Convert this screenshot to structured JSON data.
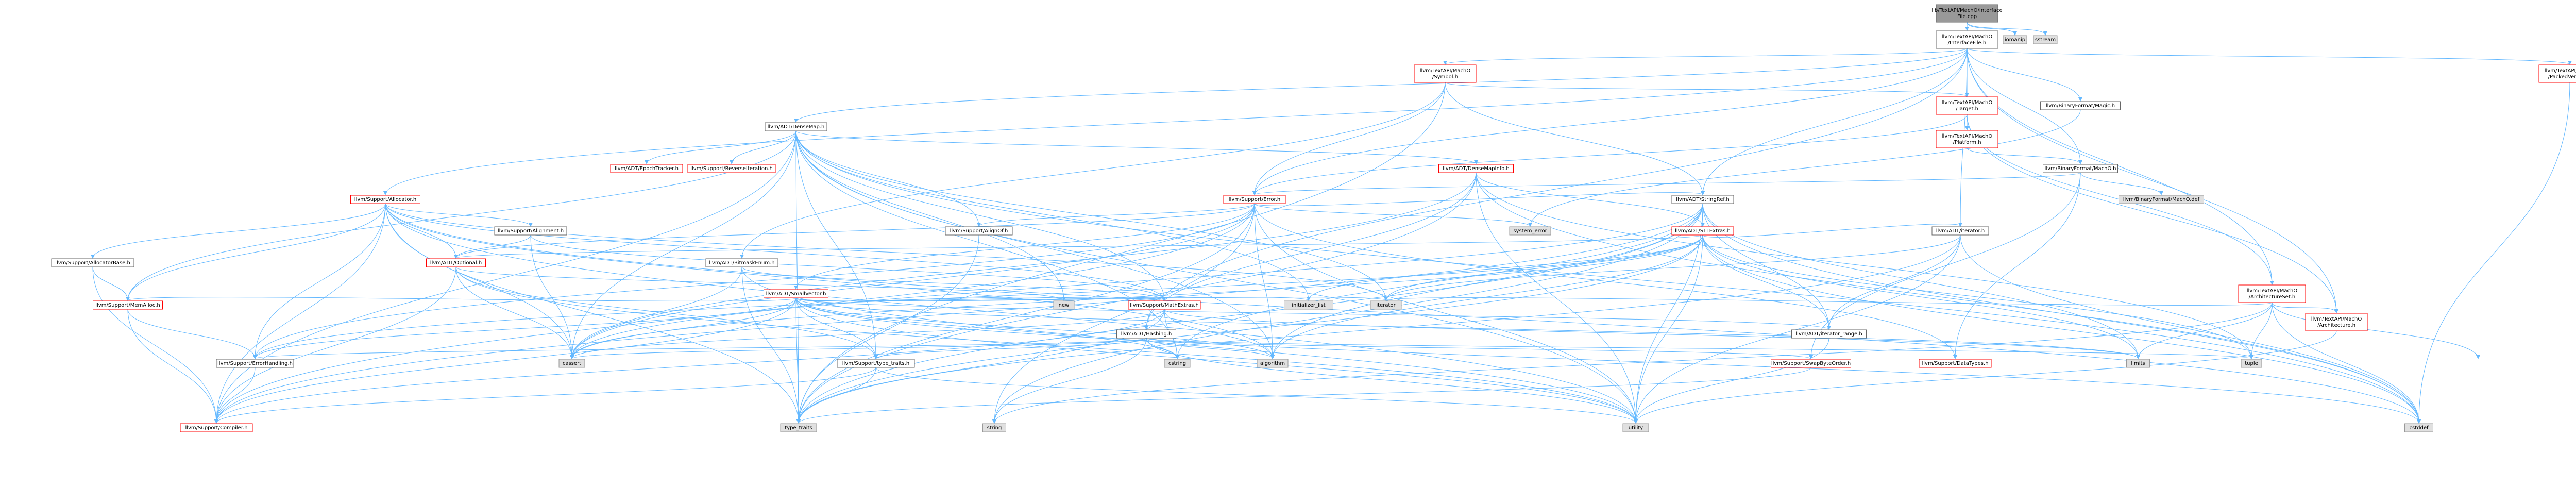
{
  "diagram": {
    "colors": {
      "root_fill": "#999999",
      "header_fill": "#ffffff",
      "header_stroke_normal": "#666666",
      "header_stroke_red": "#ff0000",
      "system_fill": "#e0e0e0",
      "system_stroke": "#999999",
      "edge": "#63b8ff",
      "text": "#000000"
    },
    "nodes": [
      {
        "id": "root",
        "style": "root",
        "lines": [
          "lib/TextAPI/MachO/Interface",
          "File.cpp"
        ]
      },
      {
        "id": "iff",
        "style": "normal",
        "lines": [
          "llvm/TextAPI/MachO",
          "/InterfaceFile.h"
        ]
      },
      {
        "id": "iomanip",
        "style": "system",
        "lines": [
          "iomanip"
        ]
      },
      {
        "id": "sstream",
        "style": "system",
        "lines": [
          "sstream"
        ]
      },
      {
        "id": "symbol",
        "style": "red",
        "lines": [
          "llvm/TextAPI/MachO",
          "/Symbol.h"
        ]
      },
      {
        "id": "packed",
        "style": "red",
        "lines": [
          "llvm/TextAPI/MachO",
          "/PackedVersion.h"
        ]
      },
      {
        "id": "target",
        "style": "red",
        "lines": [
          "llvm/TextAPI/MachO",
          "/Target.h"
        ]
      },
      {
        "id": "binmagic",
        "style": "normal",
        "lines": [
          "llvm/BinaryFormat/Magic.h"
        ]
      },
      {
        "id": "densemap",
        "style": "normal",
        "lines": [
          "llvm/ADT/DenseMap.h"
        ]
      },
      {
        "id": "platform",
        "style": "red",
        "lines": [
          "llvm/TextAPI/MachO",
          "/Platform.h"
        ]
      },
      {
        "id": "binmacho",
        "style": "normal",
        "lines": [
          "llvm/BinaryFormat/MachO.h"
        ]
      },
      {
        "id": "densemapinfo",
        "style": "red",
        "lines": [
          "llvm/ADT/DenseMapInfo.h"
        ]
      },
      {
        "id": "epoch",
        "style": "red",
        "lines": [
          "llvm/ADT/EpochTracker.h"
        ]
      },
      {
        "id": "reviter",
        "style": "red",
        "lines": [
          "llvm/Support/ReverseIteration.h"
        ]
      },
      {
        "id": "allocator",
        "style": "red",
        "lines": [
          "llvm/Support/Allocator.h"
        ]
      },
      {
        "id": "error",
        "style": "red",
        "lines": [
          "llvm/Support/Error.h"
        ]
      },
      {
        "id": "stringref",
        "style": "normal",
        "lines": [
          "llvm/ADT/StringRef.h"
        ]
      },
      {
        "id": "machodef",
        "style": "system",
        "lines": [
          "llvm/BinaryFormat/MachO.def"
        ]
      },
      {
        "id": "sysmerr",
        "style": "system",
        "lines": [
          "system_error"
        ]
      },
      {
        "id": "alignment",
        "style": "normal",
        "lines": [
          "llvm/Support/Alignment.h"
        ]
      },
      {
        "id": "alignof",
        "style": "normal",
        "lines": [
          "llvm/Support/AlignOf.h"
        ]
      },
      {
        "id": "stlextras",
        "style": "red",
        "lines": [
          "llvm/ADT/STLExtras.h"
        ]
      },
      {
        "id": "adtiter",
        "style": "normal",
        "lines": [
          "llvm/ADT/iterator.h"
        ]
      },
      {
        "id": "allocbase",
        "style": "normal",
        "lines": [
          "llvm/Support/AllocatorBase.h"
        ]
      },
      {
        "id": "optional",
        "style": "red",
        "lines": [
          "llvm/ADT/Optional.h"
        ]
      },
      {
        "id": "bitmask",
        "style": "normal",
        "lines": [
          "llvm/ADT/BitmaskEnum.h"
        ]
      },
      {
        "id": "smallvec",
        "style": "red",
        "lines": [
          "llvm/ADT/SmallVector.h"
        ]
      },
      {
        "id": "archset",
        "style": "red",
        "lines": [
          "llvm/TextAPI/MachO",
          "/ArchitectureSet.h"
        ]
      },
      {
        "id": "memalloc",
        "style": "red",
        "lines": [
          "llvm/Support/MemAlloc.h"
        ]
      },
      {
        "id": "new",
        "style": "system",
        "lines": [
          "new"
        ]
      },
      {
        "id": "mathextras",
        "style": "red",
        "lines": [
          "llvm/Support/MathExtras.h"
        ]
      },
      {
        "id": "initlist",
        "style": "system",
        "lines": [
          "initializer_list"
        ]
      },
      {
        "id": "iterator",
        "style": "system",
        "lines": [
          "iterator"
        ]
      },
      {
        "id": "hashing",
        "style": "normal",
        "lines": [
          "llvm/ADT/Hashing.h"
        ]
      },
      {
        "id": "iterrange",
        "style": "normal",
        "lines": [
          "llvm/ADT/iterator_range.h"
        ]
      },
      {
        "id": "arch",
        "style": "red",
        "lines": [
          "llvm/TextAPI/MachO",
          "/Architecture.h"
        ]
      },
      {
        "id": "errhandling",
        "style": "normal",
        "lines": [
          "llvm/Support/ErrorHandling.h"
        ]
      },
      {
        "id": "cassert",
        "style": "system",
        "lines": [
          "cassert"
        ]
      },
      {
        "id": "typetraits",
        "style": "normal",
        "lines": [
          "llvm/Support/type_traits.h"
        ]
      },
      {
        "id": "cstring",
        "style": "system",
        "lines": [
          "cstring"
        ]
      },
      {
        "id": "algorithm",
        "style": "system",
        "lines": [
          "algorithm"
        ]
      },
      {
        "id": "swapbyte",
        "style": "red",
        "lines": [
          "llvm/Support/SwapByteOrder.h"
        ]
      },
      {
        "id": "datatypes",
        "style": "red",
        "lines": [
          "llvm/Support/DataTypes.h"
        ]
      },
      {
        "id": "limits",
        "style": "system",
        "lines": [
          "limits"
        ]
      },
      {
        "id": "tuple",
        "style": "system",
        "lines": [
          "tuple"
        ]
      },
      {
        "id": "compiler",
        "style": "red",
        "lines": [
          "llvm/Support/Compiler.h"
        ]
      },
      {
        "id": "typetraitsstd",
        "style": "system",
        "lines": [
          "type_traits"
        ]
      },
      {
        "id": "string",
        "style": "system",
        "lines": [
          "string"
        ]
      },
      {
        "id": "utility",
        "style": "system",
        "lines": [
          "utility"
        ]
      },
      {
        "id": "cstddef",
        "style": "system",
        "lines": [
          "cstddef"
        ]
      }
    ],
    "edges": [
      [
        "root",
        "iff"
      ],
      [
        "root",
        "iomanip"
      ],
      [
        "root",
        "sstream"
      ],
      [
        "iff",
        "symbol"
      ],
      [
        "iff",
        "packed"
      ],
      [
        "iff",
        "target"
      ],
      [
        "iff",
        "binmagic"
      ],
      [
        "iff",
        "densemap"
      ],
      [
        "iff",
        "platform"
      ],
      [
        "iff",
        "archset"
      ],
      [
        "iff",
        "arch"
      ],
      [
        "iff",
        "allocator"
      ],
      [
        "iff",
        "error"
      ],
      [
        "iff",
        "stringref"
      ],
      [
        "iff",
        "hashing"
      ],
      [
        "iff",
        "adtiter"
      ],
      [
        "iff",
        "binmacho"
      ],
      [
        "symbol",
        "target"
      ],
      [
        "symbol",
        "error"
      ],
      [
        "symbol",
        "stringref"
      ],
      [
        "symbol",
        "bitmask"
      ],
      [
        "symbol",
        "typetraitsstd"
      ],
      [
        "packed",
        "cstddef"
      ],
      [
        "target",
        "platform"
      ],
      [
        "target",
        "archset"
      ],
      [
        "target",
        "arch"
      ],
      [
        "target",
        "error"
      ],
      [
        "platform",
        "binmacho"
      ],
      [
        "binmagic",
        "sysmerr"
      ],
      [
        "binmacho",
        "machodef"
      ],
      [
        "binmacho",
        "error"
      ],
      [
        "binmacho",
        "datatypes"
      ],
      [
        "binmacho",
        "swapbyte"
      ],
      [
        "densemap",
        "densemapinfo"
      ],
      [
        "densemap",
        "epoch"
      ],
      [
        "densemap",
        "reviter"
      ],
      [
        "densemap",
        "alignof"
      ],
      [
        "densemap",
        "compiler"
      ],
      [
        "densemap",
        "mathextras"
      ],
      [
        "densemap",
        "memalloc"
      ],
      [
        "densemap",
        "typetraits"
      ],
      [
        "densemap",
        "algorithm"
      ],
      [
        "densemap",
        "cassert"
      ],
      [
        "densemap",
        "cstddef"
      ],
      [
        "densemap",
        "cstring"
      ],
      [
        "densemap",
        "initlist"
      ],
      [
        "densemap",
        "iterator"
      ],
      [
        "densemap",
        "new"
      ],
      [
        "densemap",
        "typetraitsstd"
      ],
      [
        "densemap",
        "utility"
      ],
      [
        "densemapinfo",
        "hashing"
      ],
      [
        "densemapinfo",
        "stlextras"
      ],
      [
        "densemapinfo",
        "cassert"
      ],
      [
        "densemapinfo",
        "cstddef"
      ],
      [
        "densemapinfo",
        "tuple"
      ],
      [
        "densemapinfo",
        "typetraitsstd"
      ],
      [
        "densemapinfo",
        "utility"
      ],
      [
        "allocator",
        "alignment"
      ],
      [
        "allocator",
        "allocbase"
      ],
      [
        "allocator",
        "compiler"
      ],
      [
        "allocator",
        "errhandling"
      ],
      [
        "allocator",
        "mathextras"
      ],
      [
        "allocator",
        "memalloc"
      ],
      [
        "allocator",
        "algorithm"
      ],
      [
        "allocator",
        "cassert"
      ],
      [
        "allocator",
        "cstddef"
      ],
      [
        "allocator",
        "iterator"
      ],
      [
        "allocator",
        "typetraitsstd"
      ],
      [
        "allocator",
        "utility"
      ],
      [
        "allocator",
        "optional"
      ],
      [
        "error",
        "stringref"
      ],
      [
        "error",
        "alignof"
      ],
      [
        "error",
        "compiler"
      ],
      [
        "error",
        "errhandling"
      ],
      [
        "error",
        "datatypes"
      ],
      [
        "error",
        "optional"
      ],
      [
        "error",
        "algorithm"
      ],
      [
        "error",
        "cassert"
      ],
      [
        "error",
        "sysmerr"
      ],
      [
        "error",
        "string"
      ],
      [
        "error",
        "utility"
      ],
      [
        "error",
        "typetraitsstd"
      ],
      [
        "error",
        "smallvec"
      ],
      [
        "stringref",
        "stlextras"
      ],
      [
        "stringref",
        "iterrange"
      ],
      [
        "stringref",
        "compiler"
      ],
      [
        "stringref",
        "algorithm"
      ],
      [
        "stringref",
        "cassert"
      ],
      [
        "stringref",
        "cstddef"
      ],
      [
        "stringref",
        "cstring"
      ],
      [
        "stringref",
        "limits"
      ],
      [
        "stringref",
        "string"
      ],
      [
        "stringref",
        "typetraitsstd"
      ],
      [
        "stringref",
        "utility"
      ],
      [
        "alignment",
        "mathextras"
      ],
      [
        "alignment",
        "cassert"
      ],
      [
        "alignment",
        "optional"
      ],
      [
        "alignof",
        "typetraitsstd"
      ],
      [
        "stlextras",
        "optional"
      ],
      [
        "stlextras",
        "adtiter"
      ],
      [
        "stlextras",
        "iterrange"
      ],
      [
        "stlextras",
        "errhandling"
      ],
      [
        "stlextras",
        "algorithm"
      ],
      [
        "stlextras",
        "cassert"
      ],
      [
        "stlextras",
        "cstddef"
      ],
      [
        "stlextras",
        "initlist"
      ],
      [
        "stlextras",
        "iterator"
      ],
      [
        "stlextras",
        "limits"
      ],
      [
        "stlextras",
        "tuple"
      ],
      [
        "stlextras",
        "typetraitsstd"
      ],
      [
        "stlextras",
        "utility"
      ],
      [
        "adtiter",
        "iterrange"
      ],
      [
        "adtiter",
        "cstddef"
      ],
      [
        "adtiter",
        "iterator"
      ],
      [
        "adtiter",
        "typetraitsstd"
      ],
      [
        "adtiter",
        "utility"
      ],
      [
        "allocbase",
        "compiler"
      ],
      [
        "allocbase",
        "memalloc"
      ],
      [
        "optional",
        "compiler"
      ],
      [
        "optional",
        "typetraits"
      ],
      [
        "optional",
        "cassert"
      ],
      [
        "optional",
        "new"
      ],
      [
        "optional",
        "utility"
      ],
      [
        "bitmask",
        "mathextras"
      ],
      [
        "bitmask",
        "cassert"
      ],
      [
        "bitmask",
        "typetraitsstd"
      ],
      [
        "bitmask",
        "utility"
      ],
      [
        "smallvec",
        "compiler"
      ],
      [
        "smallvec",
        "errhandling"
      ],
      [
        "smallvec",
        "mathextras"
      ],
      [
        "smallvec",
        "memalloc"
      ],
      [
        "smallvec",
        "typetraits"
      ],
      [
        "smallvec",
        "algorithm"
      ],
      [
        "smallvec",
        "cassert"
      ],
      [
        "smallvec",
        "cstddef"
      ],
      [
        "smallvec",
        "cstring"
      ],
      [
        "smallvec",
        "initlist"
      ],
      [
        "smallvec",
        "iterator"
      ],
      [
        "smallvec",
        "limits"
      ],
      [
        "smallvec",
        "new"
      ],
      [
        "smallvec",
        "typetraitsstd"
      ],
      [
        "smallvec",
        "utility"
      ],
      [
        "smallvec",
        "iterrange"
      ],
      [
        "archset",
        "arch"
      ],
      [
        "archset",
        "cstddef"
      ],
      [
        "archset",
        "iterator"
      ],
      [
        "archset",
        "limits"
      ],
      [
        "archset",
        "string"
      ],
      [
        "archset",
        "tuple"
      ],
      [
        "archset",
        "vector"
      ],
      [
        "memalloc",
        "compiler"
      ],
      [
        "memalloc",
        "errhandling"
      ],
      [
        "mathextras",
        "compiler"
      ],
      [
        "mathextras",
        "algorithm"
      ],
      [
        "mathextras",
        "cassert"
      ],
      [
        "mathextras",
        "cstring"
      ],
      [
        "mathextras",
        "limits"
      ],
      [
        "mathextras",
        "typetraitsstd"
      ],
      [
        "hashing",
        "errhandling"
      ],
      [
        "hashing",
        "swapbyte"
      ],
      [
        "hashing",
        "typetraits"
      ],
      [
        "hashing",
        "algorithm"
      ],
      [
        "hashing",
        "cassert"
      ],
      [
        "hashing",
        "cstring"
      ],
      [
        "hashing",
        "string"
      ],
      [
        "hashing",
        "tuple"
      ],
      [
        "hashing",
        "utility"
      ],
      [
        "iterrange",
        "utility"
      ],
      [
        "arch",
        "utility"
      ],
      [
        "errhandling",
        "compiler"
      ],
      [
        "typetraits",
        "compiler"
      ],
      [
        "typetraits",
        "typetraitsstd"
      ],
      [
        "typetraits",
        "utility"
      ],
      [
        "swapbyte",
        "typetraitsstd"
      ]
    ]
  }
}
